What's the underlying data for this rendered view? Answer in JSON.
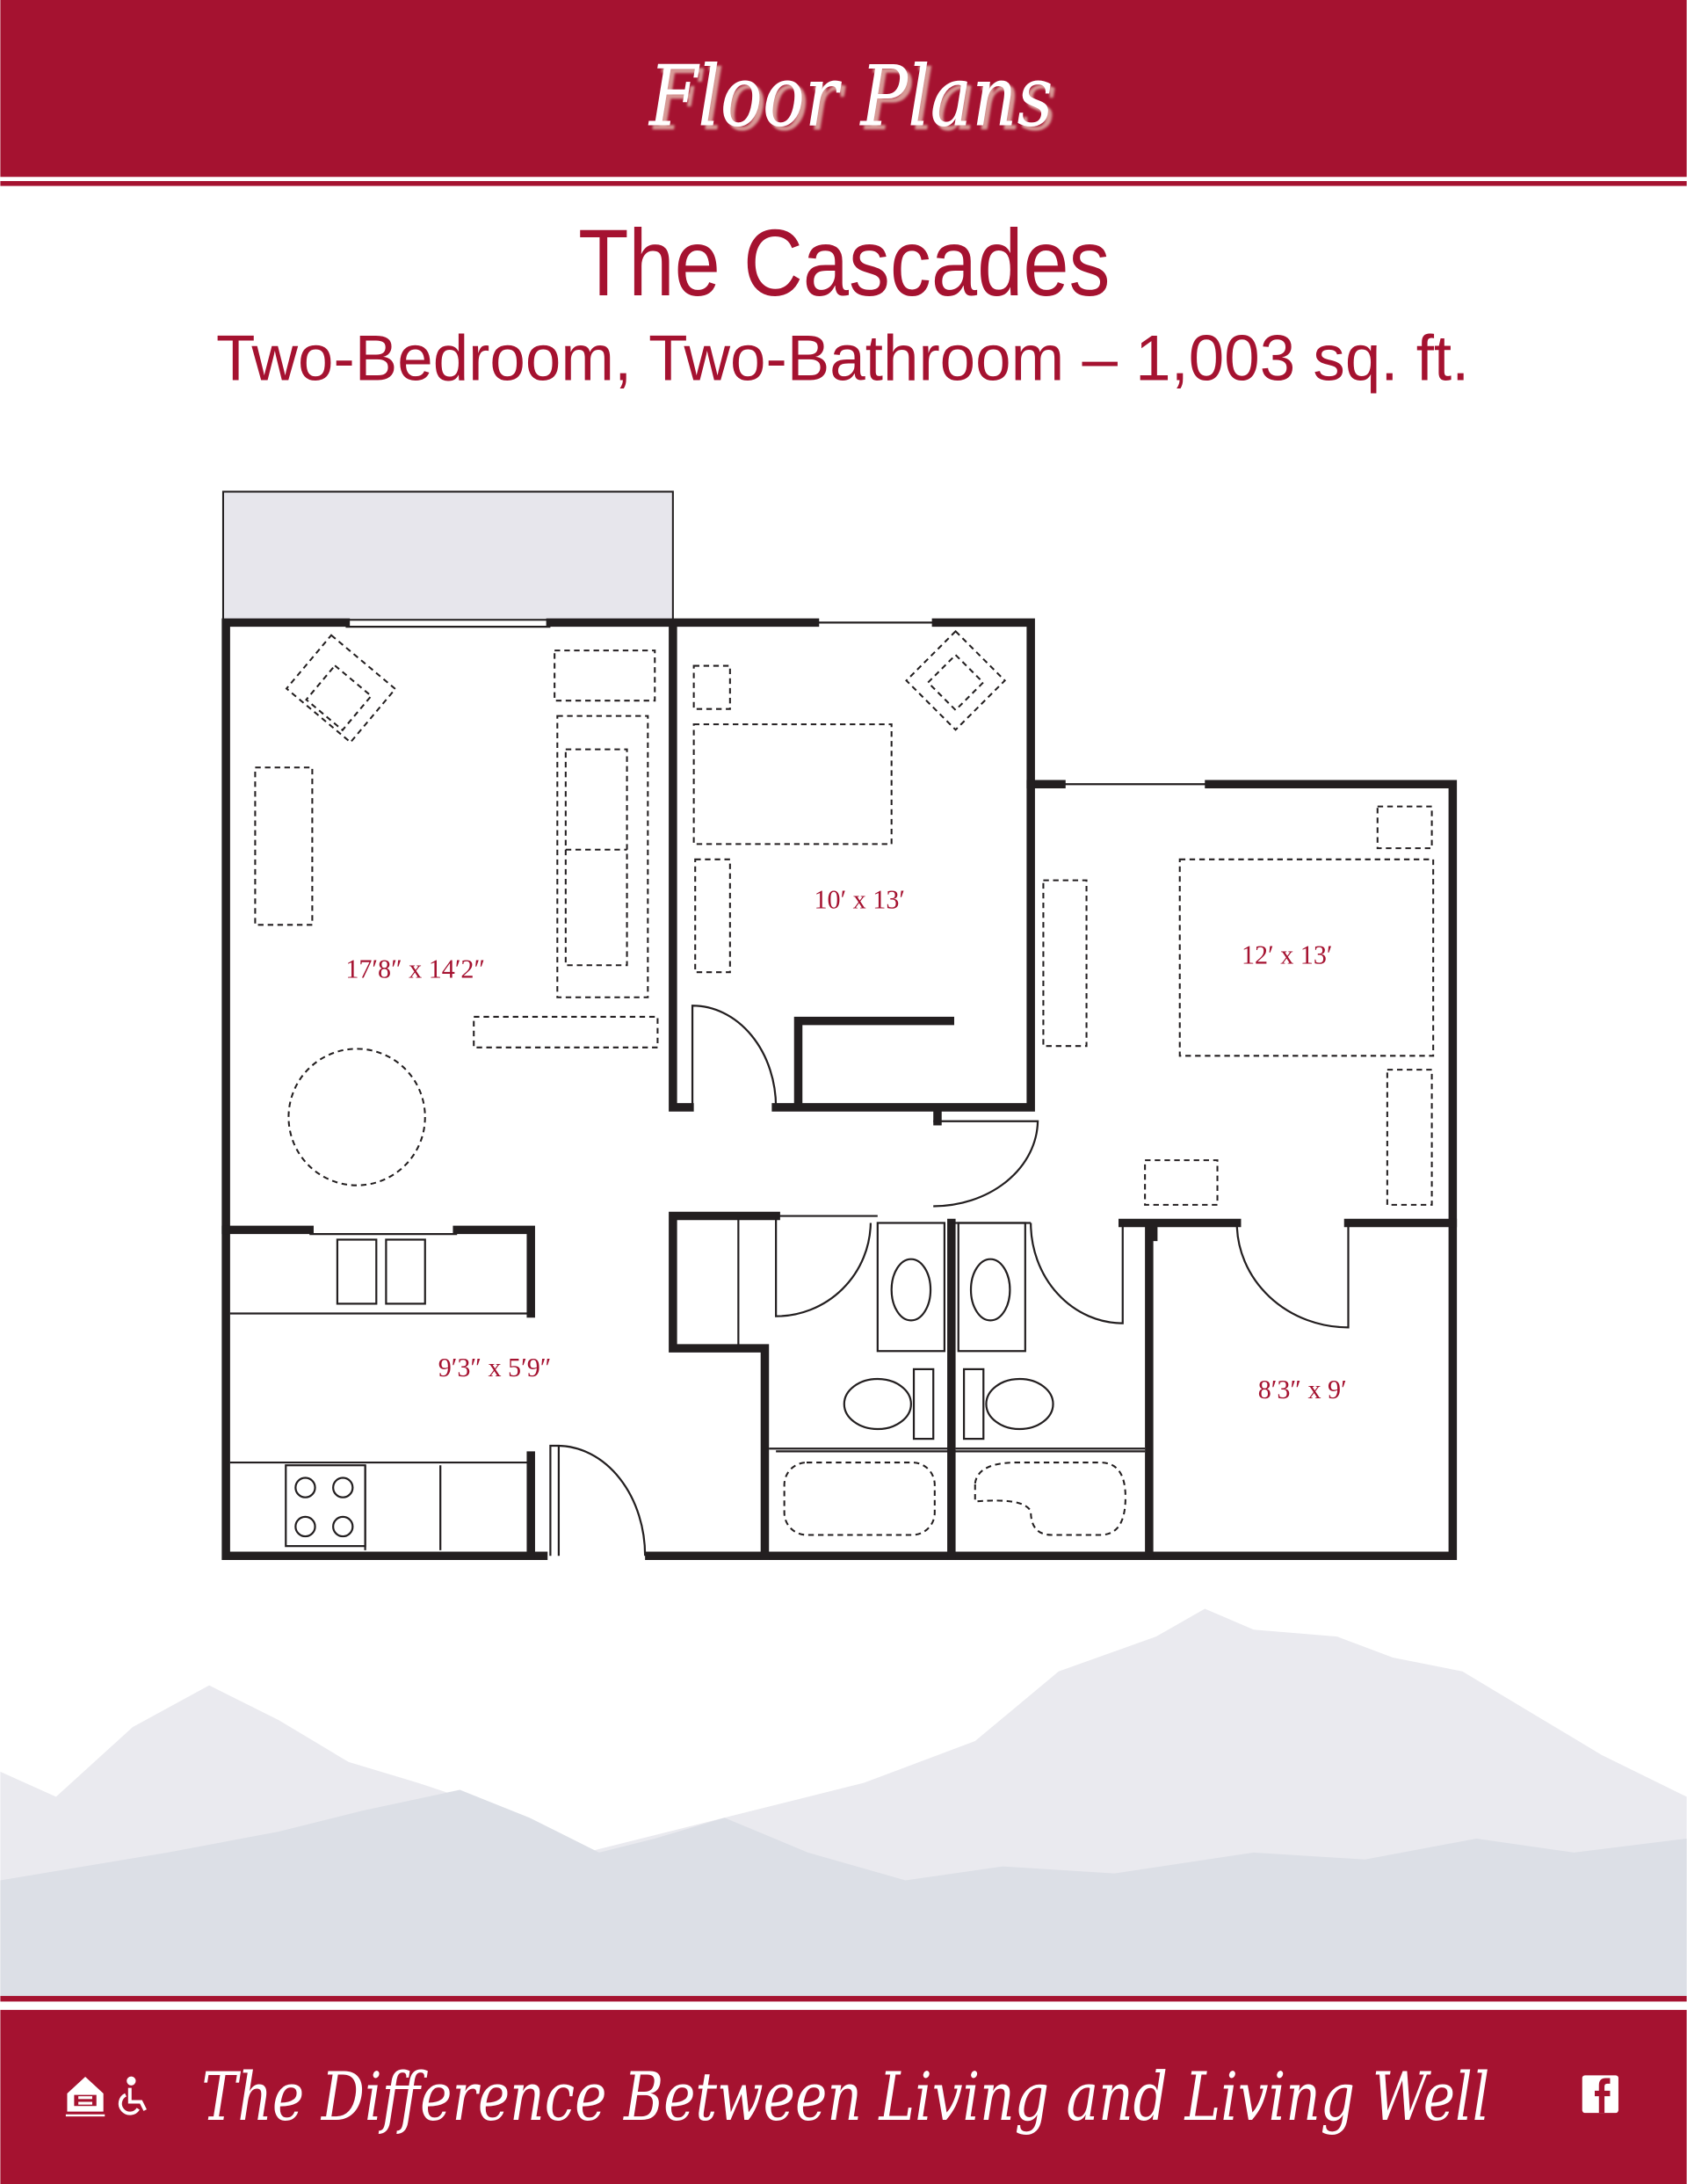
{
  "header": {
    "title": "Floor Plans"
  },
  "plan": {
    "name": "The Cascades",
    "subtitle": "Two-Bedroom, Two-Bathroom – 1,003 sq. ft.",
    "rooms": {
      "living": "17′8″ x 14′2″",
      "bedroom1": "10′ x 13′",
      "bedroom2": "12′ x 13′",
      "kitchen": "9′3″ x 5′9″",
      "closet": "8′3″ x 9′"
    }
  },
  "footer": {
    "tagline": "The Difference Between Living and Living Well",
    "icons": [
      "equal-housing-icon",
      "accessibility-icon",
      "facebook-icon"
    ]
  },
  "colors": {
    "brand": "#a51230",
    "mountain_light": "#eaeaef",
    "mountain_dark": "#dcdfe6"
  }
}
